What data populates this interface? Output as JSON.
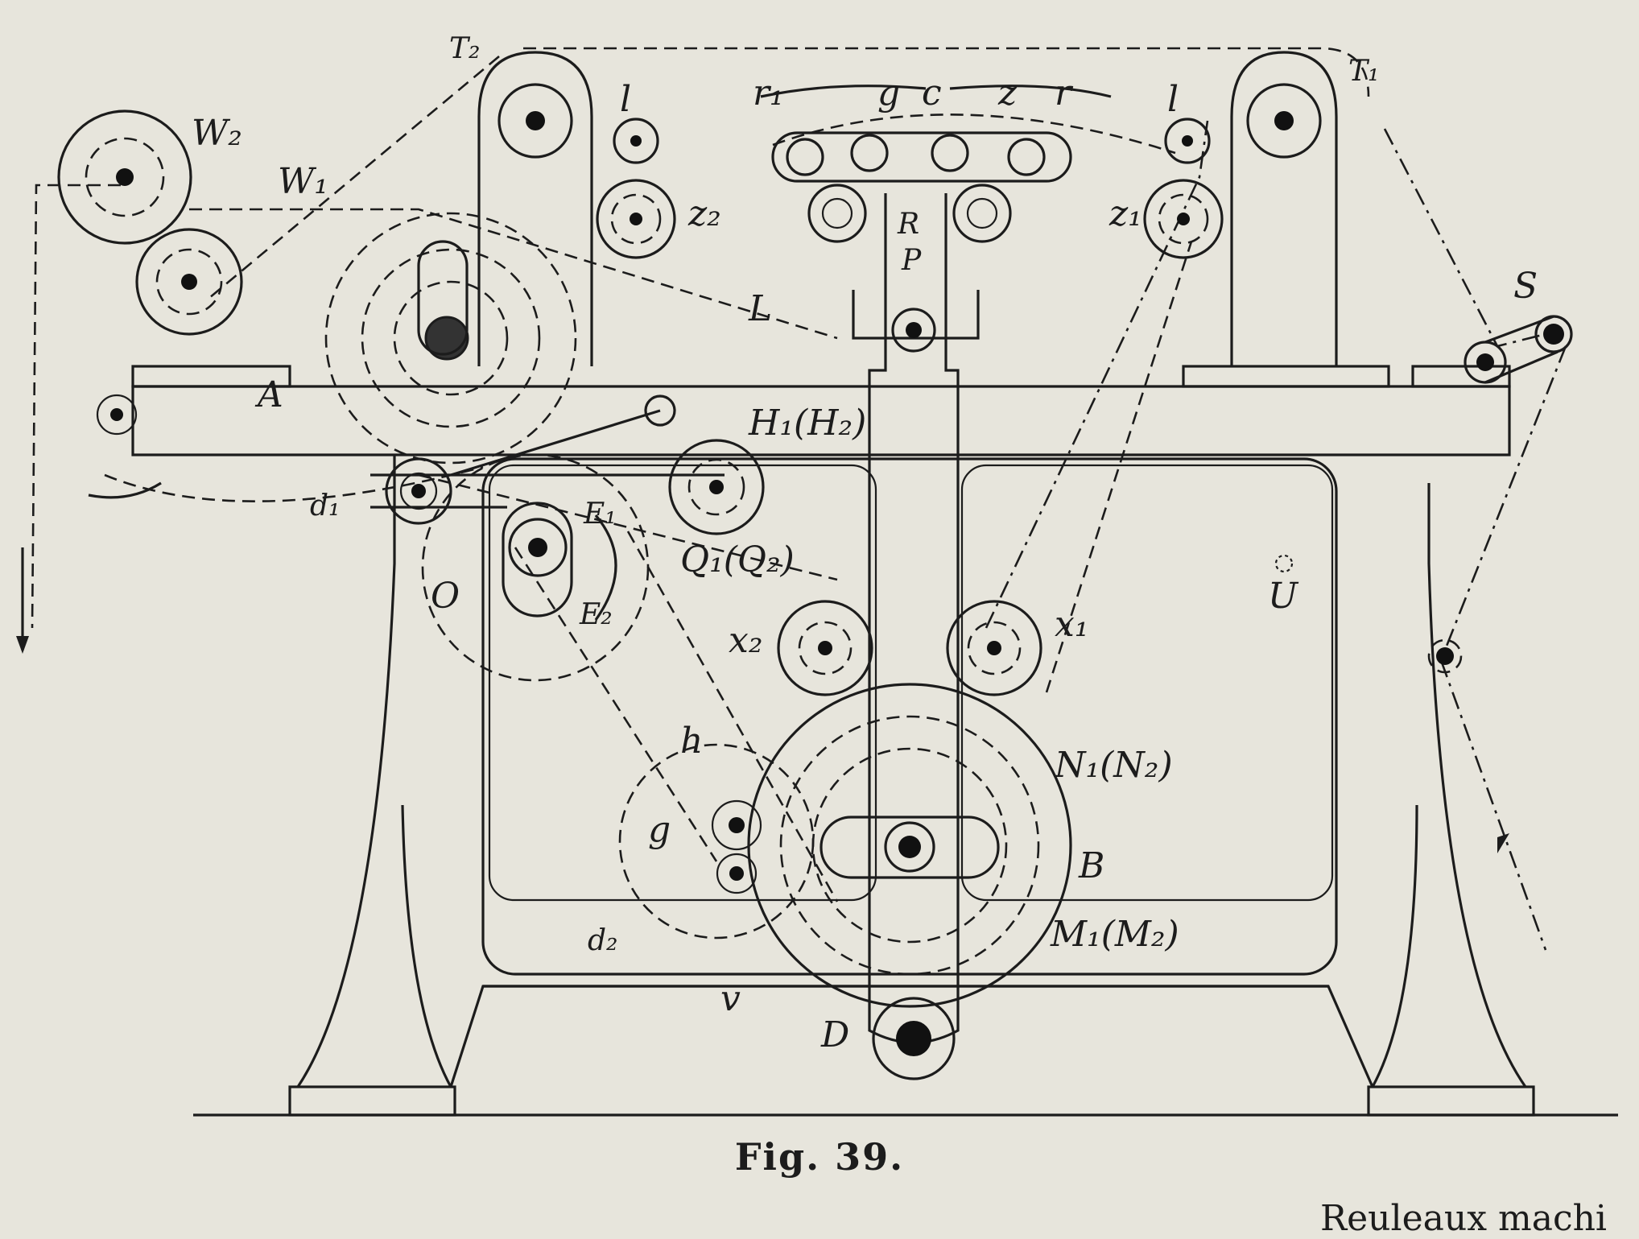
{
  "figure": {
    "caption": "Fig. 39.",
    "running_text": "Reuleaux machi"
  },
  "labels": {
    "W2": "W₂",
    "W1": "W₁",
    "T2": "T₂",
    "T1": "T₁",
    "l_left": "l",
    "l_right": "l",
    "z2": "z₂",
    "z1": "z₁",
    "r1": "r₁",
    "g": "g",
    "c": "c",
    "z": "z",
    "r": "r",
    "R": "R",
    "P": "P",
    "L": "L",
    "A": "A",
    "d1": "d₁",
    "d2": "d₂",
    "S": "S",
    "H": "H₁(H₂)",
    "Q": "Q₁(Q₂)",
    "E1": "E₁",
    "E2": "E₂",
    "O": "O",
    "U": "U",
    "x1": "x₁",
    "x2": "x₂",
    "h": "h",
    "N": "N₁(N₂)",
    "B": "B",
    "M": "M₁(M₂)",
    "g2": "g",
    "v": "v",
    "D": "D"
  },
  "colors": {
    "ink": "#1c1c1c",
    "paper": "#e7e5dc"
  }
}
